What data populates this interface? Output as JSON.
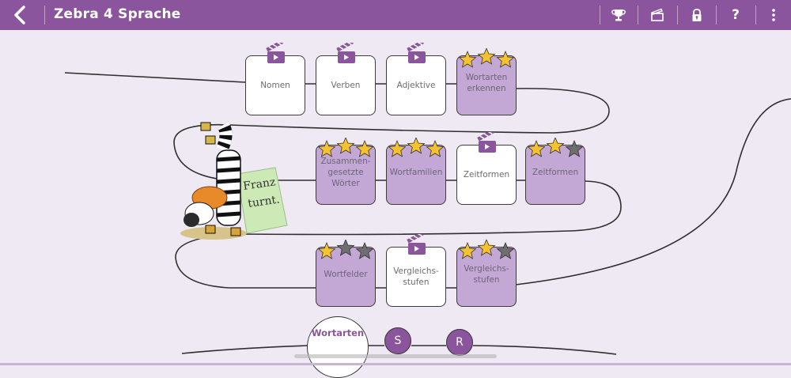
{
  "header": {
    "title": "Zebra 4 Sprache",
    "back_icon": "chevron-left-icon",
    "actions": [
      {
        "name": "trophy",
        "icon": "trophy-icon"
      },
      {
        "name": "videos",
        "icon": "clapperboard-icon"
      },
      {
        "name": "lock",
        "icon": "lock-icon"
      },
      {
        "name": "help",
        "label": "?",
        "icon": "question-icon"
      },
      {
        "name": "menu",
        "icon": "more-vertical-icon"
      }
    ]
  },
  "colors": {
    "brand": "#8a559c",
    "tile_done": "#c3a8d5",
    "background": "#efe9f4",
    "star_filled": "#f6c22e",
    "star_empty": "#6f6f6f"
  },
  "illustration": {
    "sign_line1": "Franz",
    "sign_line2": "turnt."
  },
  "rows": [
    {
      "tiles": [
        {
          "label": "Nomen",
          "type": "video",
          "stars": null
        },
        {
          "label": "Verben",
          "type": "video",
          "stars": null
        },
        {
          "label": "Adjektive",
          "type": "video",
          "stars": null
        },
        {
          "label": "Wortarten\nerkennen",
          "type": "exercise",
          "stars": 3
        }
      ]
    },
    {
      "tiles": [
        {
          "label": "Zusammen-\ngesetzte\nWörter",
          "type": "exercise",
          "stars": 3
        },
        {
          "label": "Wortfamilien",
          "type": "exercise",
          "stars": 3
        },
        {
          "label": "Zeitformen",
          "type": "video",
          "stars": null
        },
        {
          "label": "Zeitformen",
          "type": "exercise",
          "stars": 2
        }
      ]
    },
    {
      "tiles": [
        {
          "label": "Wortfelder",
          "type": "exercise",
          "stars": 1
        },
        {
          "label": "Vergleichs-\nstufen",
          "type": "video",
          "stars": null
        },
        {
          "label": "Vergleichs-\nstufen",
          "type": "exercise",
          "stars": 2
        }
      ]
    }
  ],
  "bottom_nav": {
    "current": "Wortarten",
    "nodes": [
      "S",
      "R"
    ]
  }
}
